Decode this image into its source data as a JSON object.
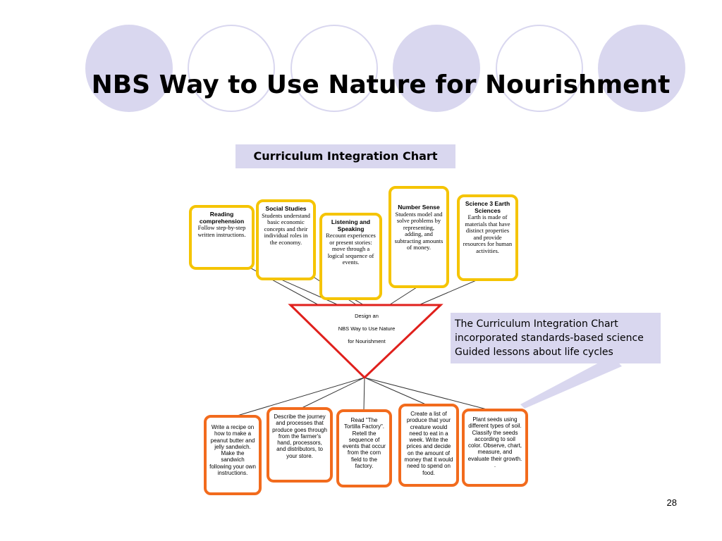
{
  "slide": {
    "title": "NBS Way to Use Nature for Nourishment",
    "chart_label": "Curriculum Integration Chart",
    "page_number": "28"
  },
  "subject_boxes": [
    {
      "heading": "Reading comprehension",
      "text": "Follow step-by-step written instructions."
    },
    {
      "heading": "Social Studies",
      "text": "Students understand basic economic concepts and their individual roles in the economy."
    },
    {
      "heading": "Listening and Speaking",
      "text": "Recount experiences or present stories: move through a logical sequence of events."
    },
    {
      "heading": "Number Sense",
      "text": "Students model and solve problems by representing, adding, and subtracting amounts of money."
    },
    {
      "heading": "Science 3 Earth Sciences",
      "text": "Earth is made of materials that have distinct properties and provide resources for human activities."
    }
  ],
  "center": {
    "line1": "Design an",
    "line2": "NBS Way to Use Nature",
    "line3": "for Nourishment"
  },
  "activity_boxes": [
    {
      "text": "Write a recipe on how to make a peanut butter and jelly sandwich. Make the sandwich following your own instructions."
    },
    {
      "text": "Describe the journey and processes that produce goes through from the farmer's hand, processors, and distributors, to your store."
    },
    {
      "text": "Read \"The Tortilla Factory\". Retell the sequence of events that occur from the corn field to the factory."
    },
    {
      "text": "Create a list of produce that your creature would need to eat in a week. Write the prices and decide on the amount of money that it would need to spend on food."
    },
    {
      "text": "Plant seeds using different types of soil. Classify the seeds according to soil color. Observe, chart, measure, and evaluate their growth. ."
    }
  ],
  "callout": {
    "line1": "The Curriculum Integration Chart",
    "line2": "incorporated standards-based science",
    "line3": "Guided lessons about life cycles"
  },
  "colors": {
    "decor_circle": "#d9d7ef",
    "subject_border": "#f5c400",
    "activity_border": "#f26b1d",
    "triangle": "#e0201c"
  }
}
